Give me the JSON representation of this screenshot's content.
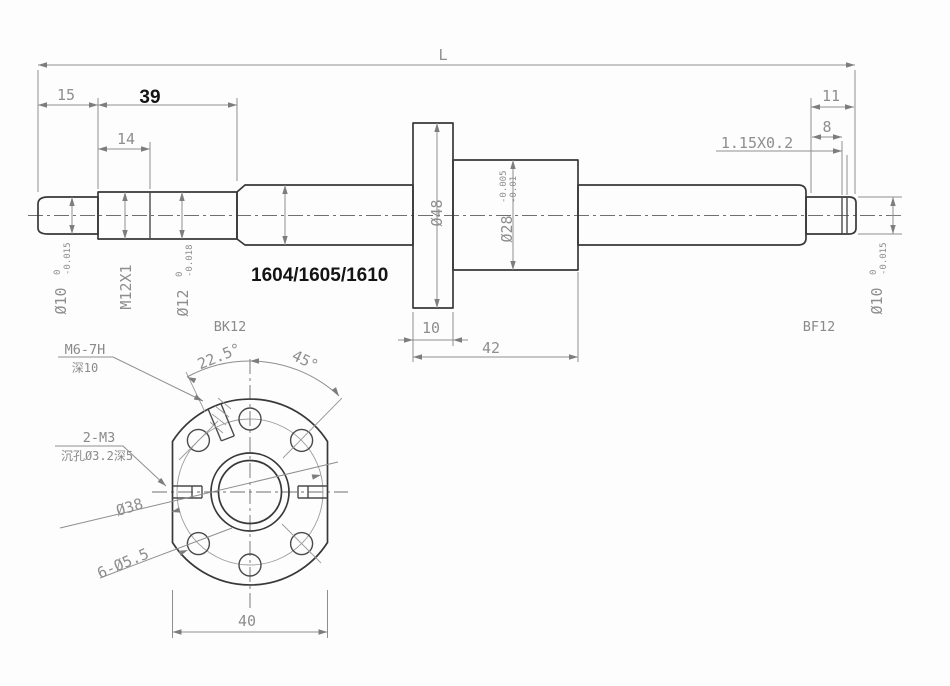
{
  "colors": {
    "background": "#fdfdfd",
    "object_line": "#383838",
    "dimension_line": "#8e8e8e",
    "highlight_text": "#141414"
  },
  "side_view": {
    "model_numbers": "1604/1605/1610",
    "left_bearing_label": "BK12",
    "right_bearing_label": "BF12",
    "dims": {
      "overall_length": "L",
      "left_journal_length": "15",
      "left_end_length": "39",
      "thread_length": "14",
      "right_end_length": "11",
      "groove_offset": "8",
      "groove_spec": "1.15X0.2",
      "flange_thickness": "10",
      "nut_length": "42"
    },
    "diameters": {
      "left_journal": {
        "label": "Ø10",
        "tol_upper": "0",
        "tol_lower": "-0.015"
      },
      "thread": {
        "label": "M12X1"
      },
      "left_shoulder": {
        "label": "Ø12",
        "tol_upper": "0",
        "tol_lower": "-0.018"
      },
      "nut_flange": {
        "label": "Ø48"
      },
      "nut_body": {
        "label": "Ø28",
        "tol_upper": "-0.005",
        "tol_lower": "-0.01"
      },
      "right_journal": {
        "label": "Ø10",
        "tol_upper": "0",
        "tol_lower": "-0.015"
      }
    }
  },
  "flange_view": {
    "dims": {
      "angle_tapped_hole": "22.5°",
      "angle_bolt_hole": "45°",
      "bolt_circle": "Ø38",
      "bolt_holes": "6-Ø5.5",
      "flat_width": "40"
    },
    "notes": {
      "tapped_hole": "M6-7H",
      "tapped_hole_depth": "深10",
      "side_holes": "2-M3",
      "side_holes_detail": "沉孔Ø3.2深5"
    }
  }
}
